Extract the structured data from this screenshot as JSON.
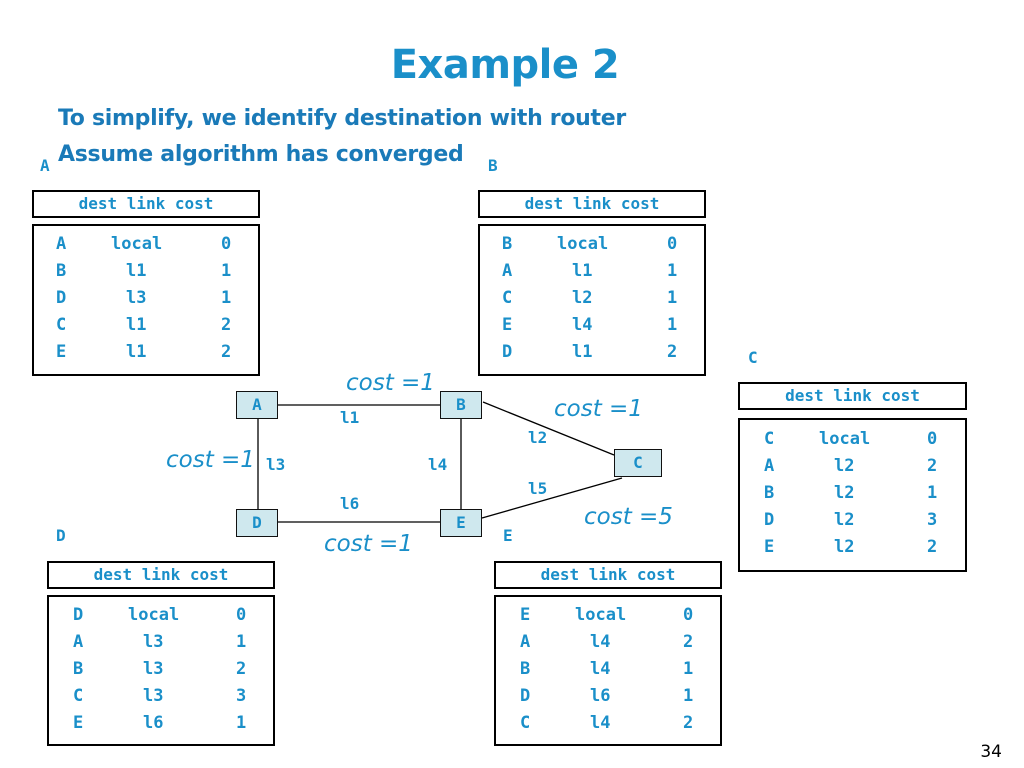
{
  "slide": {
    "title": "Example 2",
    "bullets": [
      "To simplify, we identify destination with router",
      "Assume algorithm has converged"
    ],
    "page_number": "34"
  },
  "table_header": "dest link cost",
  "tables": {
    "A": {
      "label": "A",
      "rows": [
        [
          "A",
          "local",
          "0"
        ],
        [
          "B",
          "l1",
          "1"
        ],
        [
          "D",
          "l3",
          "1"
        ],
        [
          "C",
          "l1",
          "2"
        ],
        [
          "E",
          "l1",
          "2"
        ]
      ]
    },
    "B": {
      "label": "B",
      "rows": [
        [
          "B",
          "local",
          "0"
        ],
        [
          "A",
          "l1",
          "1"
        ],
        [
          "C",
          "l2",
          "1"
        ],
        [
          "E",
          "l4",
          "1"
        ],
        [
          "D",
          "l1",
          "2"
        ]
      ]
    },
    "C": {
      "label": "C",
      "rows": [
        [
          "C",
          "local",
          "0"
        ],
        [
          "A",
          "l2",
          "2"
        ],
        [
          "B",
          "l2",
          "1"
        ],
        [
          "D",
          "l2",
          "3"
        ],
        [
          "E",
          "l2",
          "2"
        ]
      ]
    },
    "D": {
      "label": "D",
      "rows": [
        [
          "D",
          "local",
          "0"
        ],
        [
          "A",
          "l3",
          "1"
        ],
        [
          "B",
          "l3",
          "2"
        ],
        [
          "C",
          "l3",
          "3"
        ],
        [
          "E",
          "l6",
          "1"
        ]
      ]
    },
    "E": {
      "label": "E",
      "rows": [
        [
          "E",
          "local",
          "0"
        ],
        [
          "A",
          "l4",
          "2"
        ],
        [
          "B",
          "l4",
          "1"
        ],
        [
          "D",
          "l6",
          "1"
        ],
        [
          "C",
          "l4",
          "2"
        ]
      ]
    }
  },
  "network": {
    "nodes": {
      "A": "A",
      "B": "B",
      "C": "C",
      "D": "D",
      "E": "E"
    },
    "links": {
      "l1": "l1",
      "l2": "l2",
      "l3": "l3",
      "l4": "l4",
      "l5": "l5",
      "l6": "l6"
    },
    "costs": {
      "AB": "cost =1",
      "BC": "cost =1",
      "AD": "cost =1",
      "DE": "cost =1",
      "EC": "cost =5"
    }
  },
  "colors": {
    "accent": "#1a8fc9",
    "node_fill": "#cfe8ee"
  }
}
